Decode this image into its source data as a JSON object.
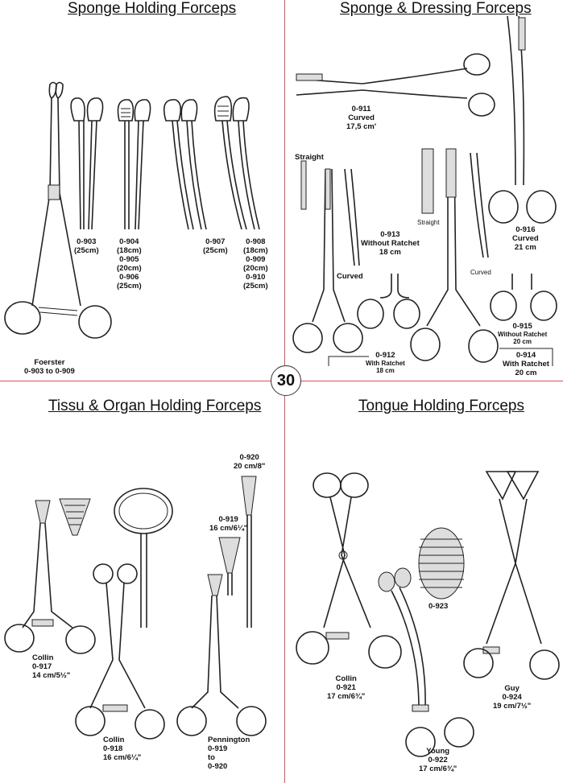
{
  "page_number": "30",
  "quadrants": {
    "top_left": {
      "title": "Sponge Holding Forceps",
      "labels": {
        "l903": [
          "0-903",
          "(25cm)"
        ],
        "l904": [
          "0-904",
          "(18cm)",
          "0-905",
          "(20cm)",
          "0-906",
          "(25cm)"
        ],
        "l907": [
          "0-907",
          "(25cm)"
        ],
        "l908": [
          "0-908",
          "(18cm)",
          "0-909",
          "(20cm)",
          "0-910",
          "(25cm)"
        ],
        "foerster": [
          "Foerster",
          "0-903 to 0-909"
        ]
      }
    },
    "top_right": {
      "title": "Sponge & Dressing Forceps",
      "labels": {
        "l911": [
          "0-911",
          "Curved",
          "17,5 cm'"
        ],
        "straight1": "Straight",
        "curved1": "Curved",
        "l913": [
          "0-913",
          "Without Ratchet",
          "18 cm"
        ],
        "l912": [
          "0-912",
          "With Ratchet",
          "18 cm"
        ],
        "straight2": "Straight",
        "curved2": "Curved",
        "l916": [
          "0-916",
          "Curved",
          "21 cm"
        ],
        "l915": [
          "0-915",
          "Without Ratchet",
          "20 cm"
        ],
        "l914": [
          "0-914",
          "With Ratchet",
          "20 cm"
        ]
      }
    },
    "bottom_left": {
      "title": "Tissu & Organ Holding Forceps",
      "labels": {
        "l917": [
          "Collin",
          "0-917",
          "14 cm/5½\""
        ],
        "l918": [
          "Collin",
          "0-918",
          "16 cm/6¼\""
        ],
        "l919": [
          "0-919",
          "16 cm/6¼\""
        ],
        "l920": [
          "0-920",
          "20 cm/8\""
        ],
        "pennington": [
          "Pennington",
          "0-919",
          "to",
          "0-920"
        ]
      }
    },
    "bottom_right": {
      "title": "Tongue Holding Forceps",
      "labels": {
        "l921": [
          "Collin",
          "0-921",
          "17 cm/6¾\""
        ],
        "l922": [
          "Young",
          "0-922",
          "17 cm/6¾\""
        ],
        "l923": [
          "0-923"
        ],
        "l924": [
          "Guy",
          "0-924",
          "19 cm/7½\""
        ]
      }
    }
  }
}
